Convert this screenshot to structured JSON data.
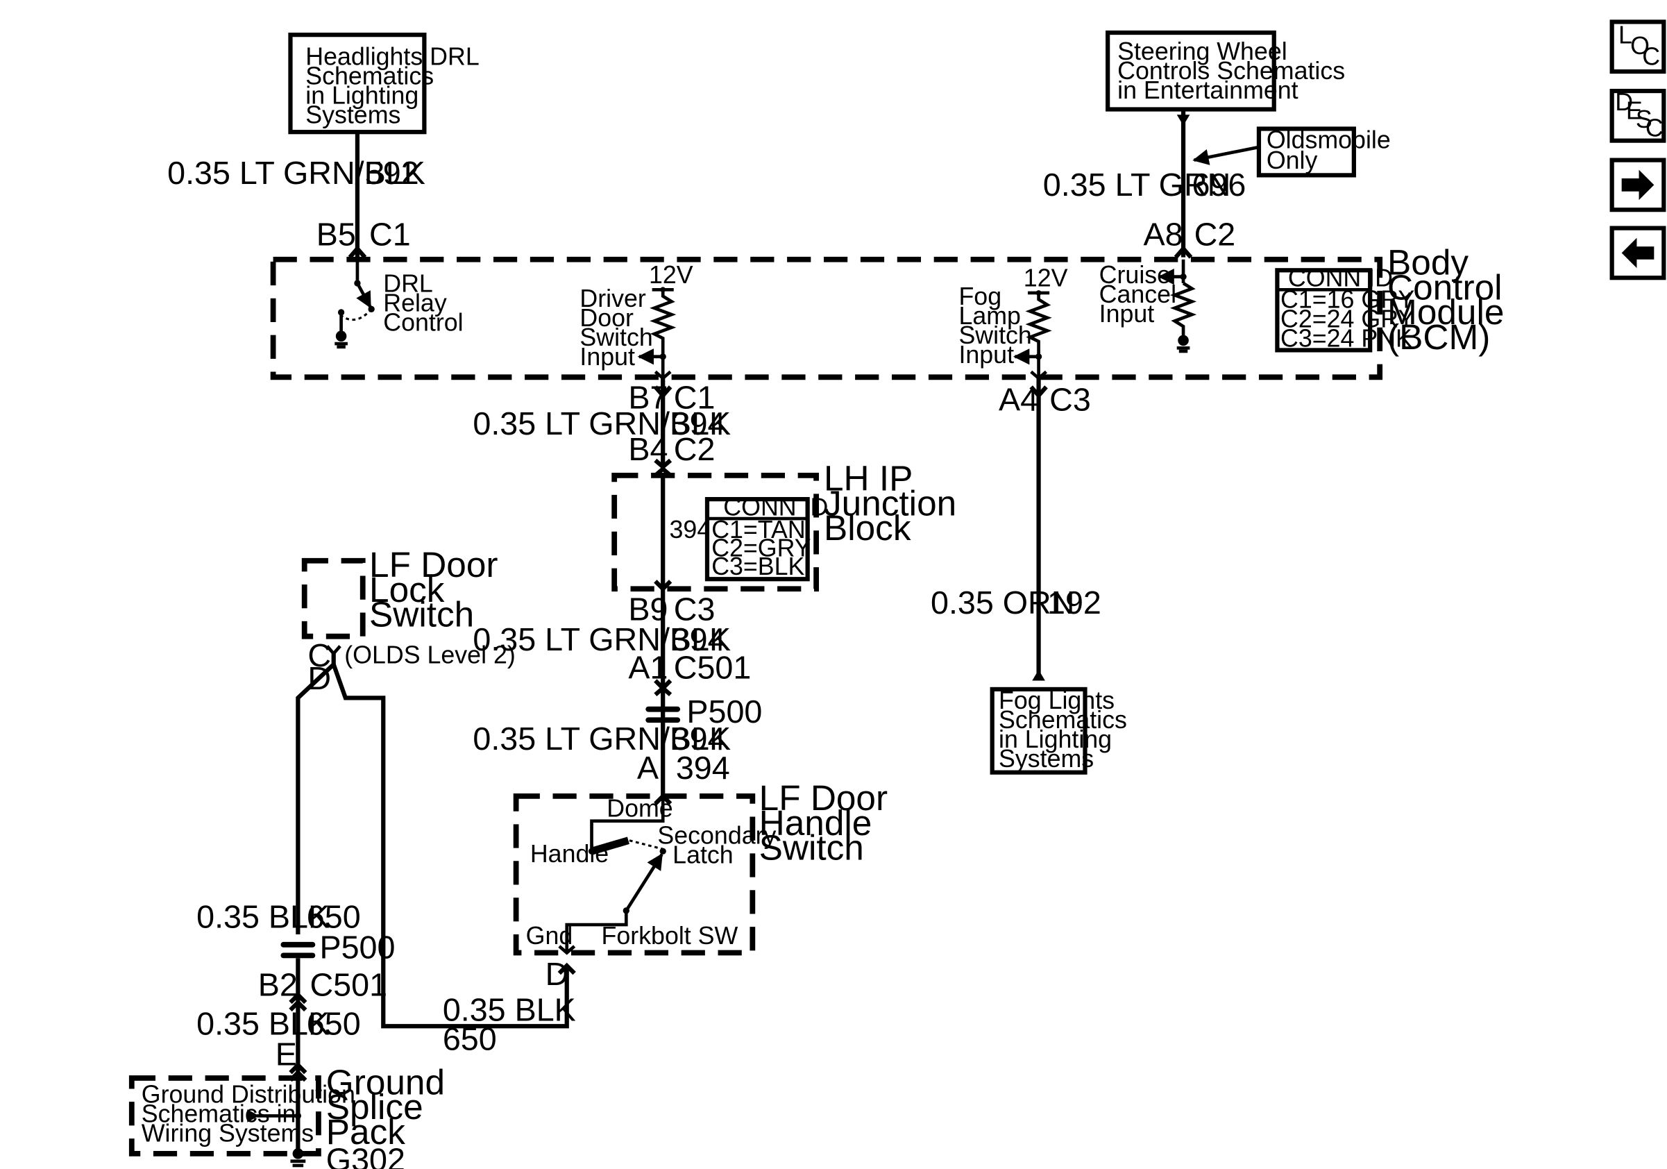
{
  "nav": {
    "loc": {
      "l": "L",
      "o": "O",
      "c": "C"
    },
    "desc": {
      "d": "D",
      "e": "E",
      "s": "S",
      "c": "C"
    }
  },
  "refs": {
    "headlights": [
      "Headlights DRL",
      "Schematics",
      "in Lighting",
      "Systems"
    ],
    "steering": [
      "Steering Wheel",
      "Controls Schematics",
      "in Entertainment"
    ],
    "olds_only": [
      "Oldsmobile",
      "Only"
    ],
    "fog_lights": [
      "Fog Lights",
      "Schematics",
      "in Lighting",
      "Systems"
    ],
    "ground_dist": [
      "Ground Distribution",
      "Schematics in",
      "Wiring Systems"
    ]
  },
  "bcm": {
    "name": [
      "Body",
      "Control",
      "Module",
      "(BCM)"
    ],
    "conn_id_title": "CONN ID",
    "conn_ids": [
      "C1=16 GRY",
      "C2=24 GRY",
      "C3=24 PNK"
    ],
    "drl": [
      "DRL",
      "Relay",
      "Control"
    ],
    "driver_door": [
      "Driver",
      "Door",
      "Switch",
      "Input"
    ],
    "fog_switch": [
      "Fog",
      "Lamp",
      "Switch",
      "Input"
    ],
    "cruise": [
      "Cruise",
      "Cancel",
      "Input"
    ],
    "v12_a": "12V",
    "v12_b": "12V"
  },
  "junction": {
    "name": [
      "LH IP",
      "Junction",
      "Block"
    ],
    "conn_id_title": "CONN ID",
    "conn_ids": [
      "C1=TAN",
      "C2=GRY",
      "C3=BLK"
    ],
    "inner_circuit": "394"
  },
  "lock_switch": {
    "name": [
      "LF Door",
      "Lock",
      "Switch"
    ],
    "pin_c": "C",
    "pin_d": "D",
    "note": "(OLDS Level 2)"
  },
  "handle_switch": {
    "name": [
      "LF Door",
      "Handle",
      "Switch"
    ],
    "dome": "Dome",
    "handle": "Handle",
    "secondary": [
      "Secondary",
      "Latch"
    ],
    "gnd": "Gnd",
    "forkbolt": "Forkbolt SW",
    "pin_d": "D"
  },
  "ground": {
    "name": [
      "Ground",
      "Splice",
      "Pack"
    ],
    "id": "G302",
    "pin_e": "E"
  },
  "wires": {
    "w592": {
      "gauge": "0.35 LT GRN/BLK",
      "circuit": "592",
      "pin": "B5",
      "conn": "C1"
    },
    "w696": {
      "gauge": "0.35 LT GRN",
      "circuit": "696",
      "pin": "A8",
      "conn": "C2"
    },
    "w394a": {
      "pin": "B7",
      "conn": "C1",
      "gauge": "0.35 LT GRN/BLK",
      "circuit": "394"
    },
    "jb_in": {
      "pin": "B4",
      "conn": "C2"
    },
    "jb_out": {
      "pin": "B9",
      "conn": "C3"
    },
    "w394b": {
      "gauge": "0.35 LT GRN/BLK",
      "circuit": "394"
    },
    "c501a": {
      "pin": "A1",
      "conn": "C501"
    },
    "p500a": "P500",
    "w394c": {
      "gauge": "0.35 LT GRN/BLK",
      "circuit": "394"
    },
    "handle_in": {
      "pin": "A",
      "circuit": "394"
    },
    "w192": {
      "pin": "A4",
      "conn": "C3",
      "gauge": "0.35 ORN",
      "circuit": "192"
    },
    "w650a": {
      "gauge": "0.35 BLK",
      "circuit": "650"
    },
    "p500b": "P500",
    "c501b": {
      "pin": "B2",
      "conn": "C501"
    },
    "w650b": {
      "gauge": "0.35 BLK",
      "circuit": "650"
    },
    "w650c": {
      "gauge": "0.35 BLK",
      "circuit": "650"
    }
  }
}
